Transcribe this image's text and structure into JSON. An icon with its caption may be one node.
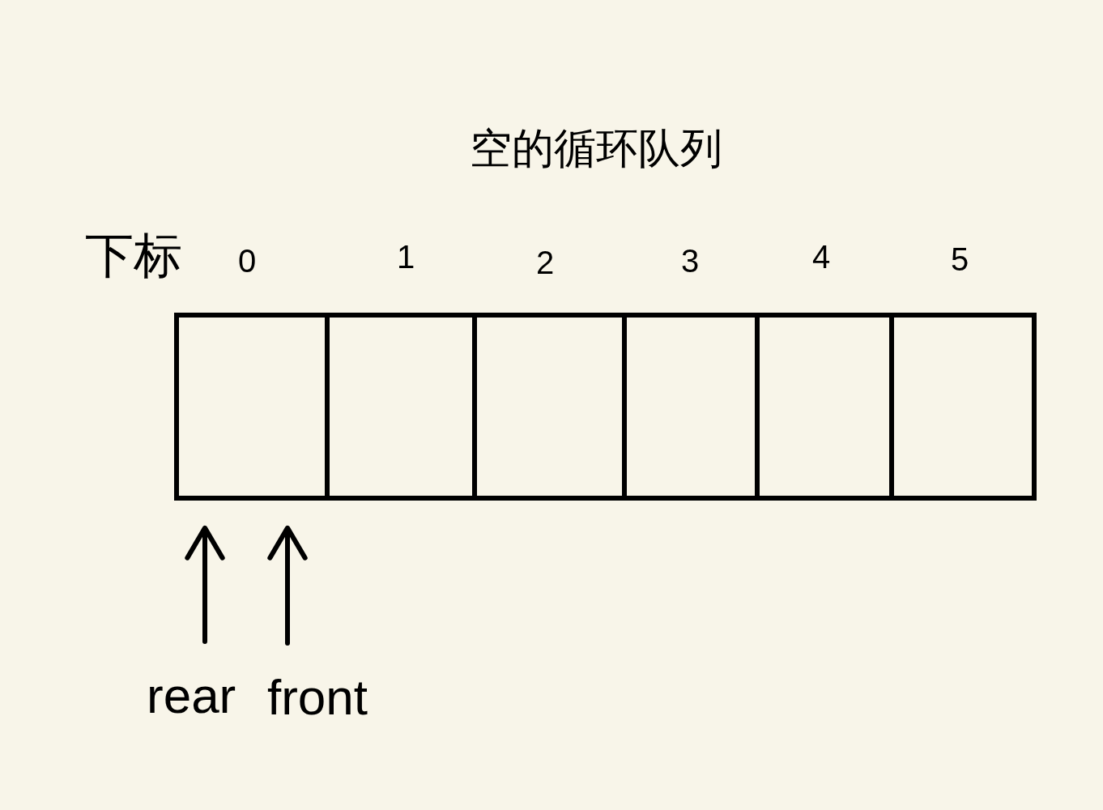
{
  "diagram": {
    "title": "空的循环队列",
    "nodes": [
      {
        "text": [],
        "shape": "box",
        "beside": [
          "0"
        ]
      },
      {
        "text": [],
        "shape": "box",
        "beside": [
          "1"
        ]
      },
      {
        "text": [],
        "shape": "box",
        "beside": [
          "2"
        ]
      },
      {
        "text": [],
        "shape": "box",
        "beside": [
          "3"
        ]
      },
      {
        "text": [],
        "shape": "box",
        "beside": [
          "4"
        ]
      },
      {
        "text": [],
        "shape": "box",
        "beside": [
          "5"
        ]
      },
      {
        "text": [
          "rear"
        ]
      },
      {
        "text": [
          "front"
        ]
      }
    ],
    "edges": [
      {
        "from": 6,
        "to": 0,
        "arrow": "to"
      },
      {
        "from": 7,
        "to": 0,
        "arrow": "to"
      }
    ],
    "labels": [
      "下标"
    ]
  }
}
